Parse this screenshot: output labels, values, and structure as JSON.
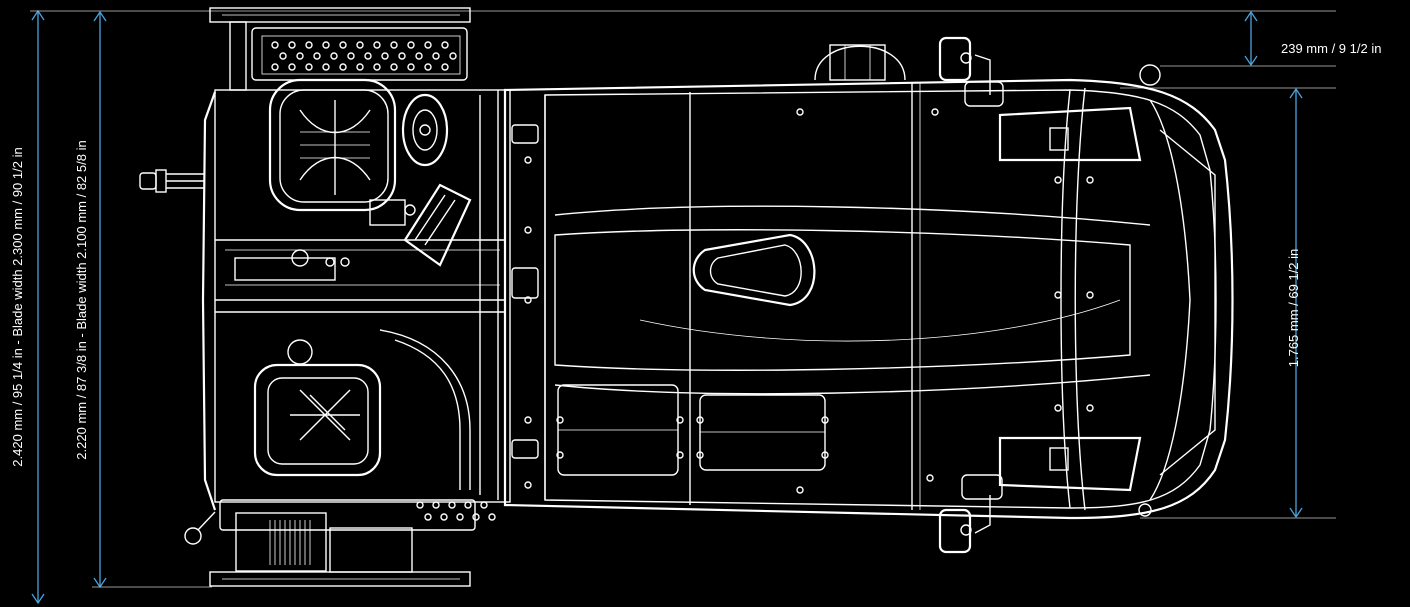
{
  "dimensions": {
    "overall_width": "2.420 mm  /  95 1/4 in - Blade width 2.300 mm  /  90 1/2 in",
    "track_width": "2.220 mm  /  87 3/8 in - Blade width 2.100 mm  /  82 5/8 in",
    "cab_width": "1.765 mm  /  69 1/2 in",
    "mirror_offset": "239 mm  /  9 1/2 in"
  },
  "colors": {
    "background": "#000000",
    "linework": "#ffffff",
    "dimension_lines": "#4aa3df"
  }
}
